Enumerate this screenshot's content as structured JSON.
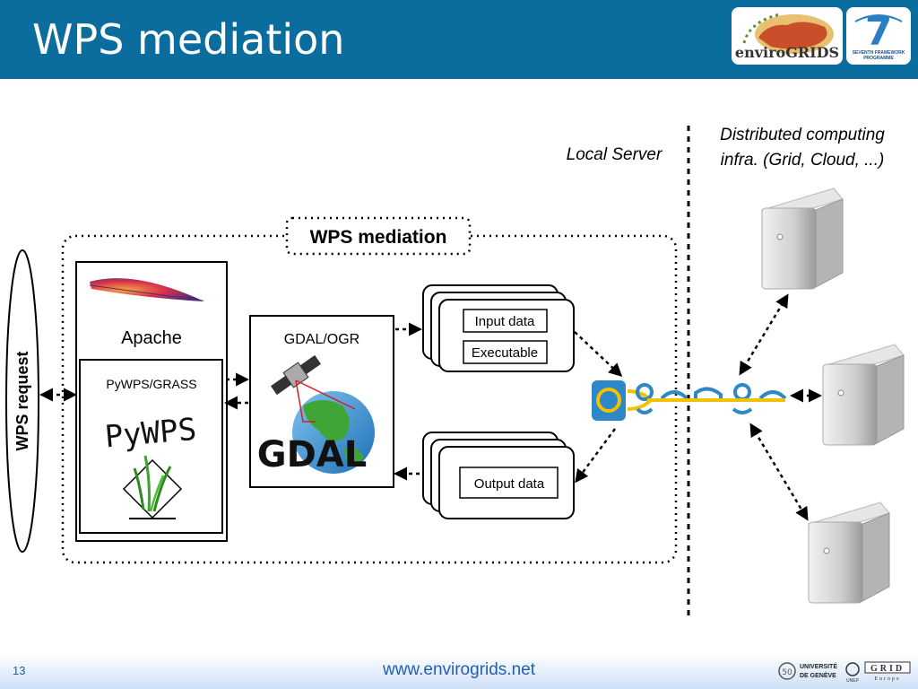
{
  "slide": {
    "title": "WPS mediation",
    "page_number": "13",
    "footer_url": "www.envirogrids.net"
  },
  "logos": {
    "envirogrids": "enviroGRIDS",
    "fp7": "SEVENTH FRAMEWORK PROGRAMME",
    "unige": "UNIVERSITÉ DE GENÈVE",
    "unep": "UNEP",
    "grid": "GRID",
    "europe": "Europe"
  },
  "diagram": {
    "local_server": "Local Server",
    "distributed_line1": "Distributed computing",
    "distributed_line2": "infra. (Grid, Cloud, ...)",
    "mediation_label": "WPS mediation",
    "wps_request": "WPS request",
    "apache": "Apache",
    "pywps_grass": "PyWPS/GRASS",
    "pywps_logo_text": "PyWPS",
    "gdal_ogr": "GDAL/OGR",
    "gdal_logo_text": "GDAL",
    "input_data": "Input data",
    "executable": "Executable",
    "output_data": "Output data"
  },
  "colors": {
    "header_bg": "#0b6c9e",
    "ganga_blue": "#2d87c8",
    "ganga_yellow": "#f2c200"
  }
}
